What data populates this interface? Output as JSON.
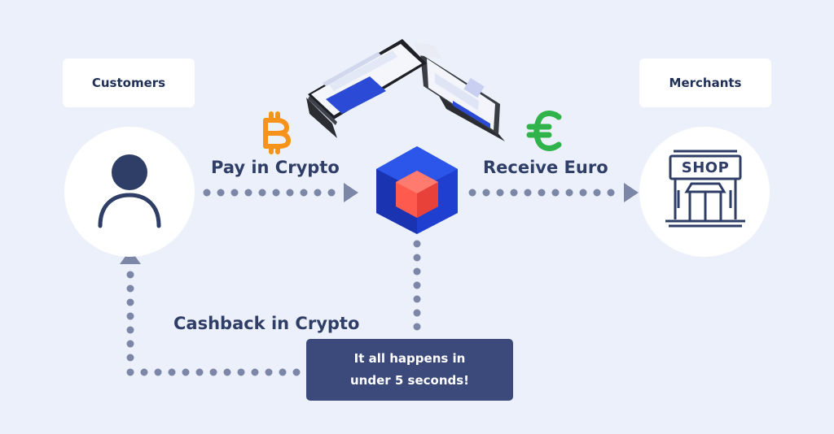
{
  "colors": {
    "background": "#ecf0fa",
    "dot": "#7c86a6",
    "navy": "#2f3e66",
    "note_bg": "#3b4a7a",
    "bitcoin": "#f7931a",
    "euro": "#2fb34a",
    "cube_blue": "#1f3fd1",
    "cube_red": "#ff5a4e"
  },
  "customers": {
    "label": "Customers",
    "icon": "person-icon"
  },
  "merchants": {
    "label": "Merchants",
    "icon": "shop-icon",
    "shop_sign": "SHOP"
  },
  "flows": {
    "pay": {
      "label": "Pay in Crypto",
      "icon": "bitcoin-icon"
    },
    "receive": {
      "label": "Receive Euro",
      "icon": "euro-icon"
    },
    "cashback": {
      "label": "Cashback in Crypto"
    }
  },
  "center": {
    "icon": "cube-logo-icon",
    "device": "payment-terminal-icon"
  },
  "note": {
    "line1": "It all happens in",
    "line2": "under 5 seconds!"
  }
}
